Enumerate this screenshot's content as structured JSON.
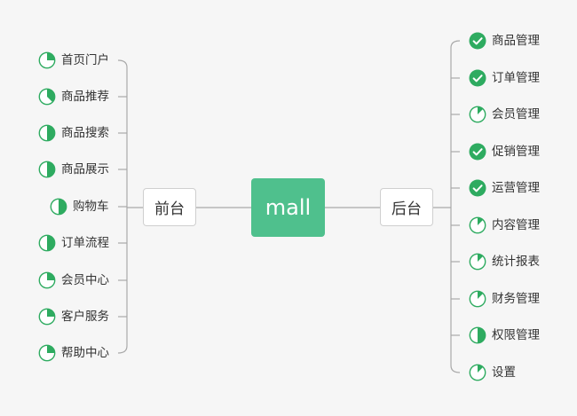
{
  "root": {
    "label": "mall"
  },
  "frontend": {
    "label": "前台",
    "items": [
      {
        "label": "首页门户",
        "progress": 0.25
      },
      {
        "label": "商品推荐",
        "progress": 0.375
      },
      {
        "label": "商品搜索",
        "progress": 0.5
      },
      {
        "label": "商品展示",
        "progress": 0.5
      },
      {
        "label": "购物车",
        "progress": 0.5
      },
      {
        "label": "订单流程",
        "progress": 0.5
      },
      {
        "label": "会员中心",
        "progress": 0.25
      },
      {
        "label": "客户服务",
        "progress": 0.25
      },
      {
        "label": "帮助中心",
        "progress": 0.25
      }
    ]
  },
  "backend": {
    "label": "后台",
    "items": [
      {
        "label": "商品管理",
        "progress": 1
      },
      {
        "label": "订单管理",
        "progress": 1
      },
      {
        "label": "会员管理",
        "progress": 0.125
      },
      {
        "label": "促销管理",
        "progress": 1
      },
      {
        "label": "运营管理",
        "progress": 1
      },
      {
        "label": "内容管理",
        "progress": 0.125
      },
      {
        "label": "统计报表",
        "progress": 0.125
      },
      {
        "label": "财务管理",
        "progress": 0.125
      },
      {
        "label": "权限管理",
        "progress": 0.5
      },
      {
        "label": "设置",
        "progress": 0.125
      }
    ]
  },
  "colors": {
    "accent": "#2eab60",
    "root_bg": "#4fc08d",
    "line": "#a9a9a9",
    "background": "#f6f6f6"
  }
}
